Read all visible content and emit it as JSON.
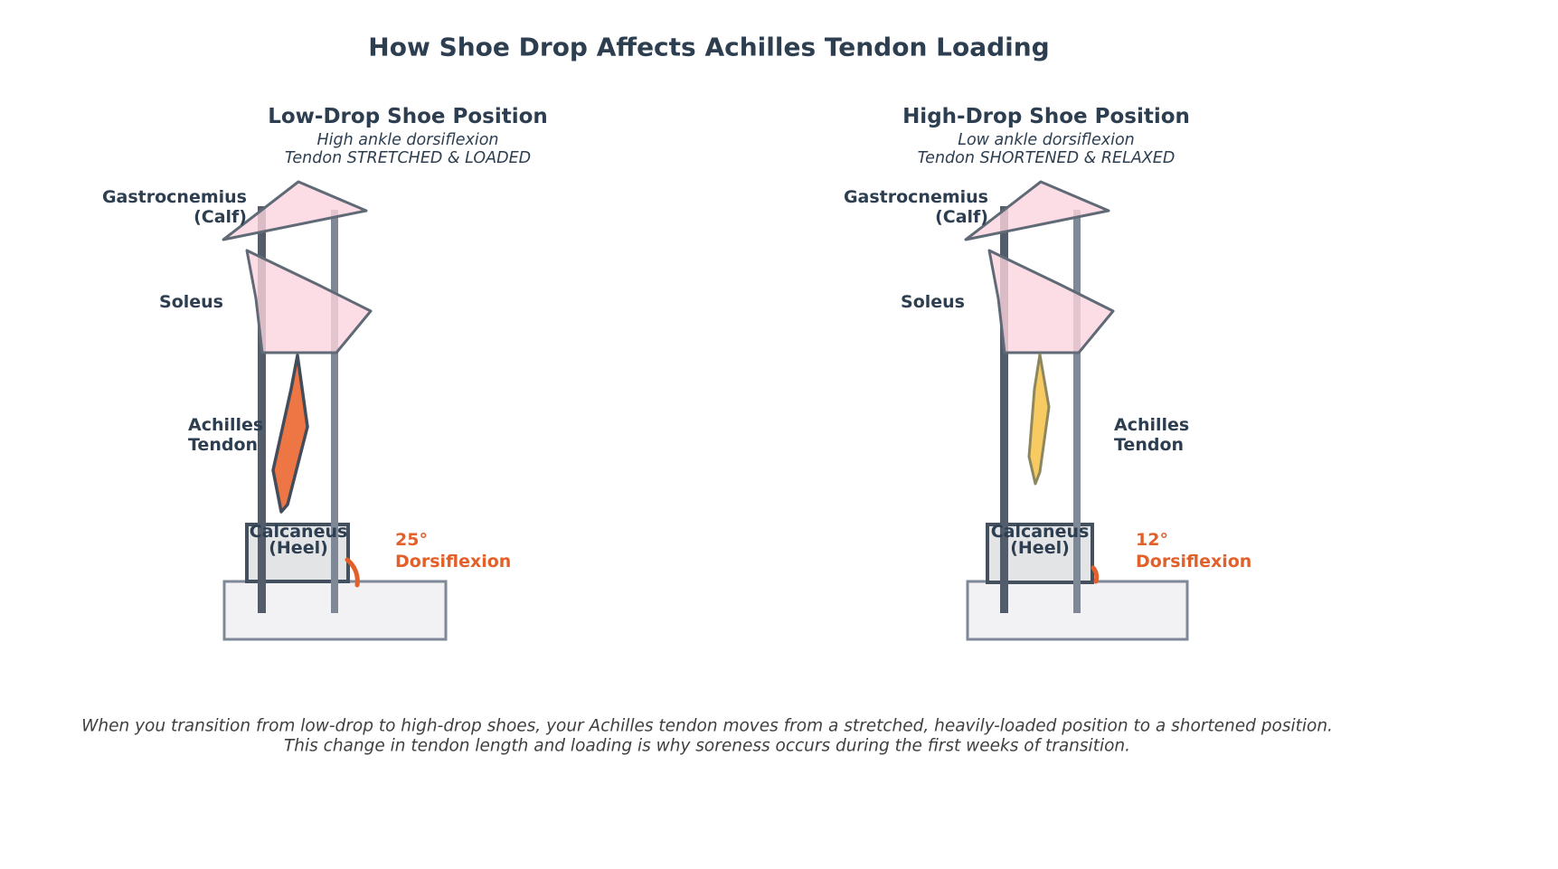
{
  "title": "How Shoe Drop Affects Achilles Tendon Loading",
  "panels": {
    "left": {
      "heading": "Low-Drop Shoe Position",
      "subtitle1": "High ankle dorsiflexion",
      "subtitle2": "Tendon STRETCHED & LOADED",
      "labels": {
        "gastrocnemius_line1": "Gastrocnemius",
        "gastrocnemius_line2": "(Calf)",
        "soleus": "Soleus",
        "achilles_line1": "Achilles",
        "achilles_line2": "Tendon",
        "calcaneus_line1": "Calcaneus",
        "calcaneus_line2": "(Heel)",
        "angle": "25°",
        "angle_caption": "Dorsiflexion"
      }
    },
    "right": {
      "heading": "High-Drop Shoe Position",
      "subtitle1": "Low ankle dorsiflexion",
      "subtitle2": "Tendon SHORTENED & RELAXED",
      "labels": {
        "gastrocnemius_line1": "Gastrocnemius",
        "gastrocnemius_line2": "(Calf)",
        "soleus": "Soleus",
        "achilles_line1": "Achilles",
        "achilles_line2": "Tendon",
        "calcaneus_line1": "Calcaneus",
        "calcaneus_line2": "(Heel)",
        "angle": "12°",
        "angle_caption": "Dorsiflexion"
      }
    }
  },
  "caption": {
    "line1": "When you transition from low-drop to high-drop shoes, your Achilles tendon moves from a stretched, heavily-loaded position to a shortened position.",
    "line2": "This change in tendon length and loading is why soreness occurs during the first weeks of transition."
  },
  "colors": {
    "heading_text": "#2d3e50",
    "accent_orange": "#e2602a",
    "muscle_pink": "#fcd5de",
    "muscle_stroke": "#606a76",
    "tendon_loaded": "#ee7644",
    "tendon_loaded_stroke": "#434c5a",
    "tendon_relaxed": "#f7ca62",
    "tendon_relaxed_stroke": "#8d875f",
    "bone_dark": "#525c6b",
    "bone_light": "#7e8897",
    "heel_fill": "#e3e4e6",
    "heel_stroke": "#44505e",
    "ground_fill": "#f2f2f4",
    "ground_stroke": "#7e8897",
    "caption_text": "#3f3f3f"
  }
}
